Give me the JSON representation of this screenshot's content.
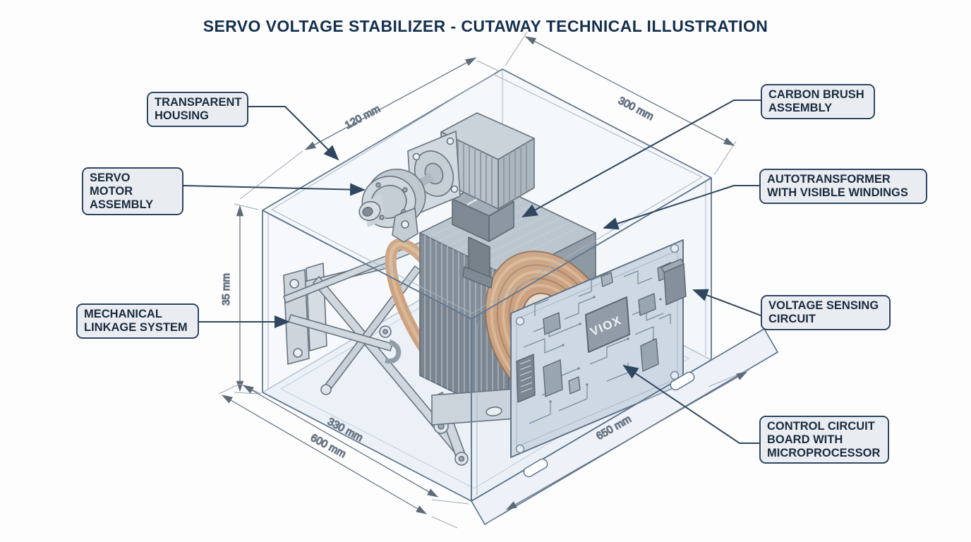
{
  "title": "SERVO VOLTAGE STABILIZER - CUTAWAY TECHNICAL ILLUSTRATION",
  "callouts": {
    "transparent_housing": {
      "label": "TRANSPARENT HOUSING"
    },
    "servo_motor": {
      "label": "SERVO MOTOR ASSEMBLY"
    },
    "mechanical_linkage": {
      "label": "MECHANICAL LINKAGE SYSTEM"
    },
    "carbon_brush": {
      "label": "CARBON BRUSH ASSEMBLY"
    },
    "autotransformer": {
      "label": "AUTOTRANSFORMER WITH VISIBLE WINDINGS"
    },
    "voltage_sensing": {
      "label": "VOLTAGE SENSING CIRCUIT"
    },
    "control_circuit": {
      "label": "CONTROL CIRCUIT BOARD WITH MICROPROCESSOR"
    }
  },
  "dimensions": {
    "top_left": "120 mm",
    "top_right": "300 mm",
    "height": "35 mm",
    "bottom_inner": "330 mm",
    "bottom_outer": "600 mm",
    "bottom_right": "650 mm"
  },
  "chip_label": "VIOX",
  "colors": {
    "accent_navy": "#2e4660",
    "label_fill": "#e9edf2",
    "label_border": "#2c4363",
    "text_dark": "#1b2b3d",
    "copper": "#c78f60",
    "copper_light": "#daa97b",
    "core_slate": "#5f6974",
    "metal_gray": "#c6cdd4",
    "pcb_blue": "#cbd4e0",
    "dim_gray": "#6a7685"
  }
}
